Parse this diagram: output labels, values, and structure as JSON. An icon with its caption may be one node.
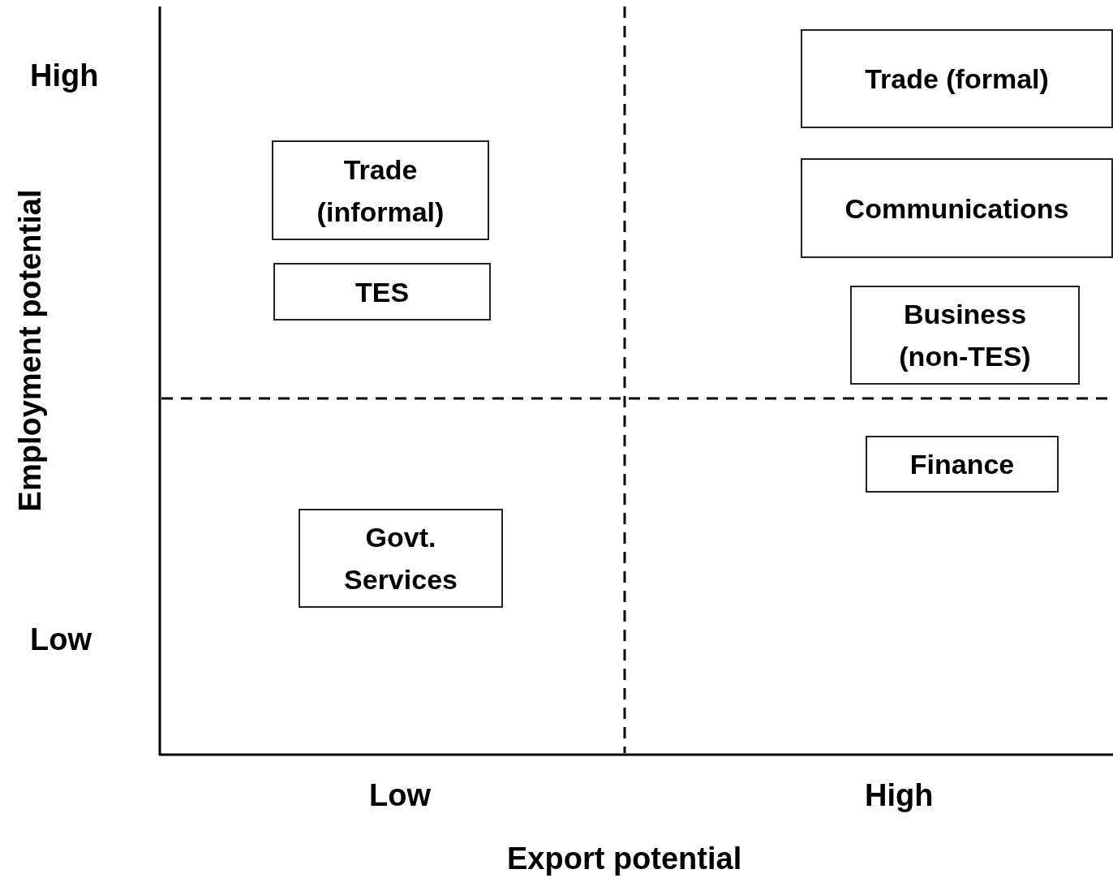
{
  "diagram": {
    "nodes": [
      {
        "text": [
          "Trade (informal)"
        ]
      },
      {
        "text": [
          "TES"
        ]
      },
      {
        "text": [
          "Govt. Services"
        ]
      },
      {
        "text": [
          "Trade (formal)"
        ]
      },
      {
        "text": [
          "Communications"
        ]
      },
      {
        "text": [
          "Business (non-TES)"
        ]
      },
      {
        "text": [
          "Finance"
        ]
      }
    ],
    "labels": [
      "High",
      "Low",
      "Low",
      "High",
      "Employment potential",
      "Export potential"
    ]
  }
}
